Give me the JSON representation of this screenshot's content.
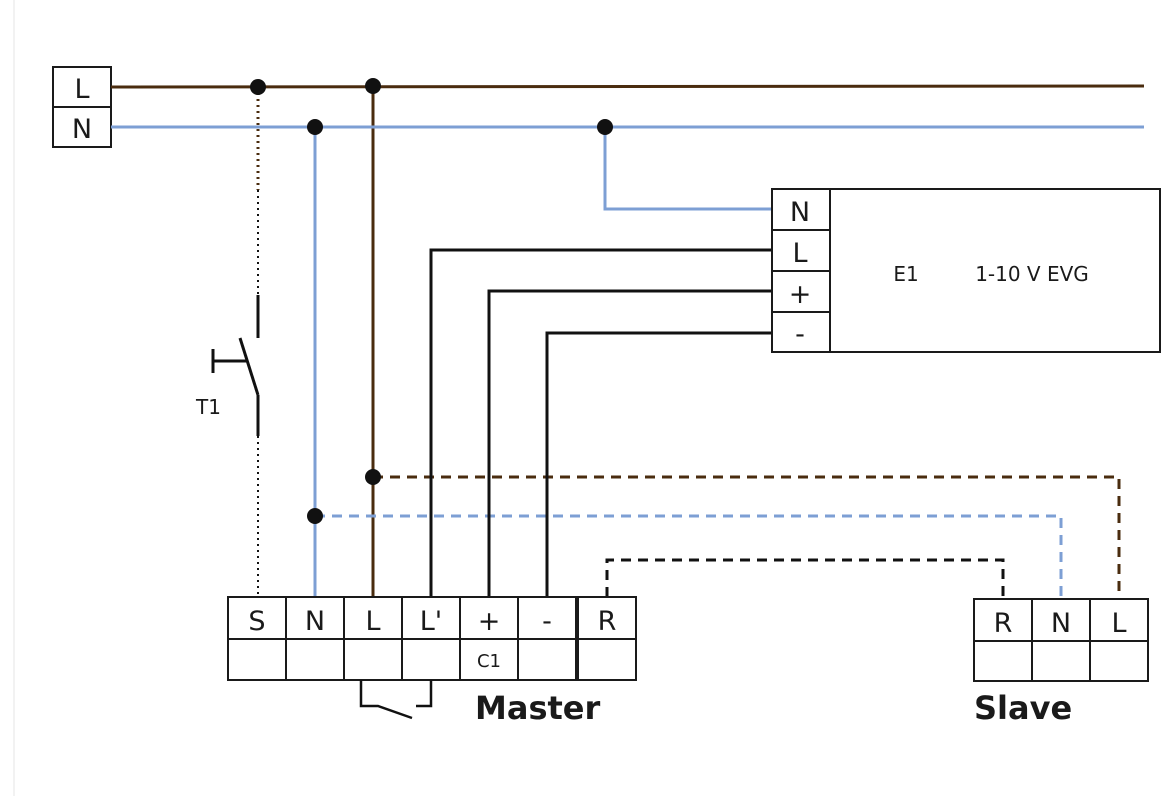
{
  "supply": {
    "phase_label": "L",
    "neutral_label": "N"
  },
  "device": {
    "terminals": [
      "N",
      "L",
      "+",
      "-"
    ],
    "id": "E1",
    "name": "1-10 V EVG"
  },
  "switch": {
    "label": "T1"
  },
  "master": {
    "terminals": [
      "S",
      "N",
      "L",
      "L'",
      "+",
      "-",
      "R"
    ],
    "c1_label": "C1",
    "title": "Master"
  },
  "slave": {
    "terminals": [
      "R",
      "N",
      "L"
    ],
    "title": "Slave"
  },
  "colors": {
    "phase": "#4a2c0f",
    "neutral": "#7d9fd4",
    "control": "#111111"
  }
}
